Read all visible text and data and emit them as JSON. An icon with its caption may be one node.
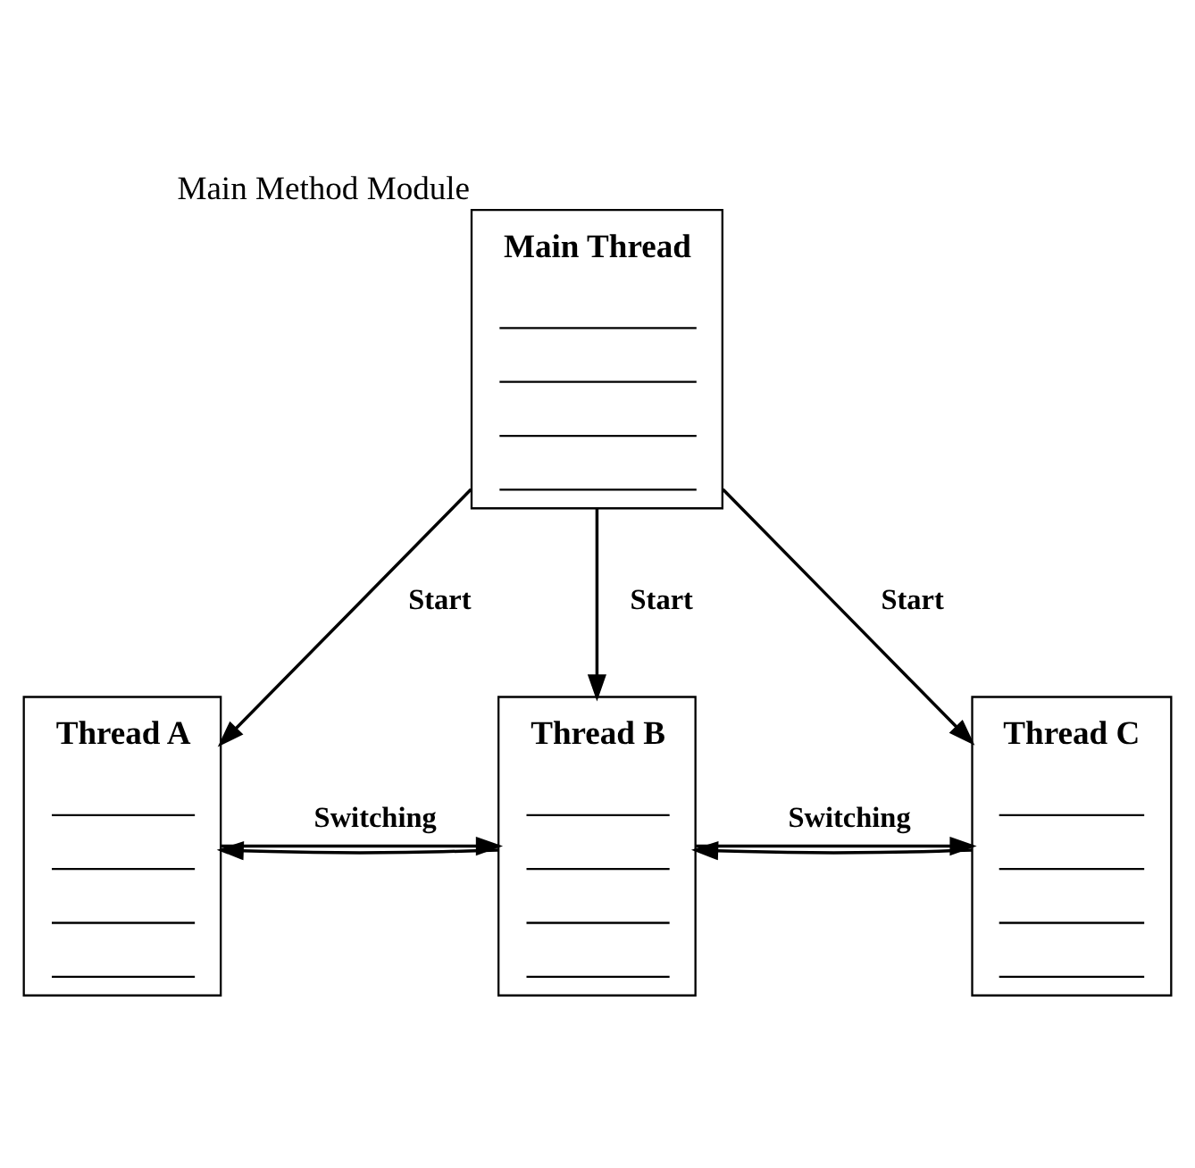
{
  "diagram": {
    "nodes": [
      {
        "text": [
          "Main Thread"
        ],
        "beside": [
          "Main Method Module"
        ]
      },
      {
        "text": [
          "Thread A"
        ]
      },
      {
        "text": [
          "Thread B"
        ]
      },
      {
        "text": [
          "Thread C"
        ]
      }
    ],
    "edges": [
      {
        "from": 0,
        "to": 1,
        "arrow": "to",
        "label": "Start"
      },
      {
        "from": 0,
        "to": 2,
        "arrow": "to",
        "label": "Start"
      },
      {
        "from": 0,
        "to": 3,
        "arrow": "to",
        "label": "Start"
      },
      {
        "from": 1,
        "to": 2,
        "arrow": "to",
        "label": "Switching"
      },
      {
        "from": 2,
        "to": 1,
        "arrow": "to"
      },
      {
        "from": 2,
        "to": 3,
        "arrow": "to",
        "label": "Switching"
      },
      {
        "from": 3,
        "to": 2,
        "arrow": "to"
      }
    ]
  }
}
